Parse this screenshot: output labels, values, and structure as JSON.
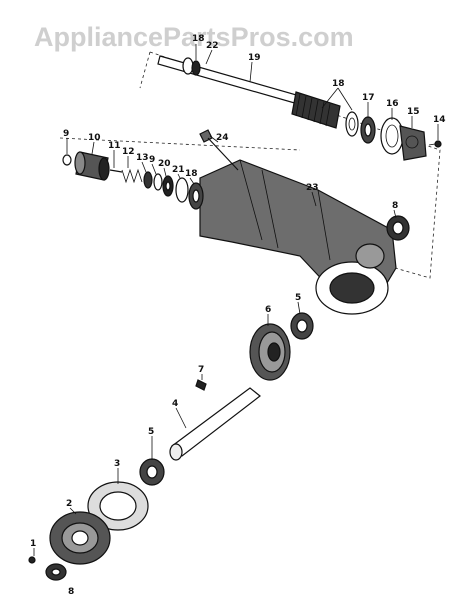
{
  "watermark": "AppliancePartsPros.com",
  "colors": {
    "ink": "#111111",
    "watermark": "#cfcfcf",
    "background": "#ffffff"
  },
  "part_labels": {
    "p1": "1",
    "p2": "2",
    "p3": "3",
    "p4": "4",
    "p5a": "5",
    "p5b": "5",
    "p6": "6",
    "p7": "7",
    "p8a": "8",
    "p8b": "8",
    "p9a": "9",
    "p9b": "9",
    "p10": "10",
    "p11": "11",
    "p12": "12",
    "p13": "13",
    "p14": "14",
    "p15": "15",
    "p16": "16",
    "p17": "17",
    "p18a": "18",
    "p18b": "18",
    "p18c": "18",
    "p19": "19",
    "p20": "20",
    "p21": "21",
    "p22": "22",
    "p23": "23",
    "p24": "24"
  }
}
